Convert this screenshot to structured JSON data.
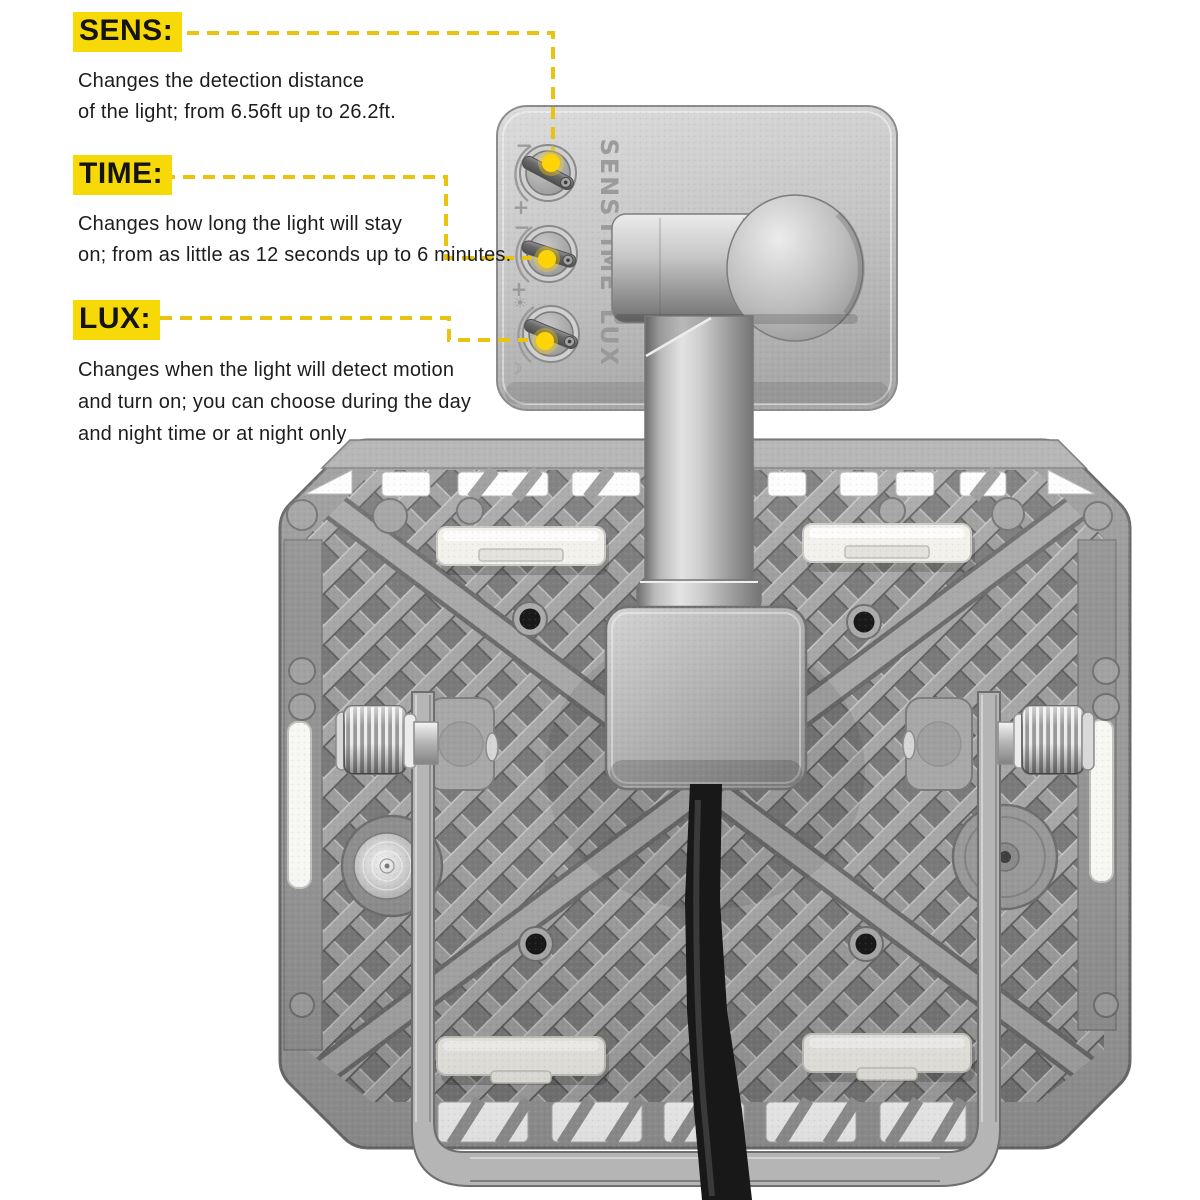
{
  "callouts": {
    "sens": {
      "label": "SENS:",
      "line1": "Changes the detection distance",
      "line2": "of the light; from 6.56ft up to 26.2ft."
    },
    "time": {
      "label": "TIME:",
      "line1": "Changes how long the light will stay",
      "line2": "on; from as little as 12 seconds up to 6 minutes."
    },
    "lux": {
      "label": "LUX:",
      "line1": "Changes when the light will detect motion",
      "line2": "and turn on; you can choose during the day",
      "line3": "and night time or at night only"
    }
  },
  "sensor": {
    "labels": {
      "sens": "SENS",
      "time": "TIME",
      "lux": "LUX"
    },
    "marks": {
      "minus": "−",
      "plus": "+",
      "sun": "☀",
      "moon": "☽"
    }
  },
  "colors": {
    "highlight_yellow": "#f8d908",
    "leader_yellow": "#e8c411",
    "knob_dot_yellow": "#ffd406",
    "text_black": "#1d1d1d",
    "metal_light": "#c9c9c9",
    "metal_mid": "#9a9a9a",
    "metal_dark": "#6e6e6e",
    "cable_black": "#181818",
    "clip_white": "#f2f1ec"
  }
}
